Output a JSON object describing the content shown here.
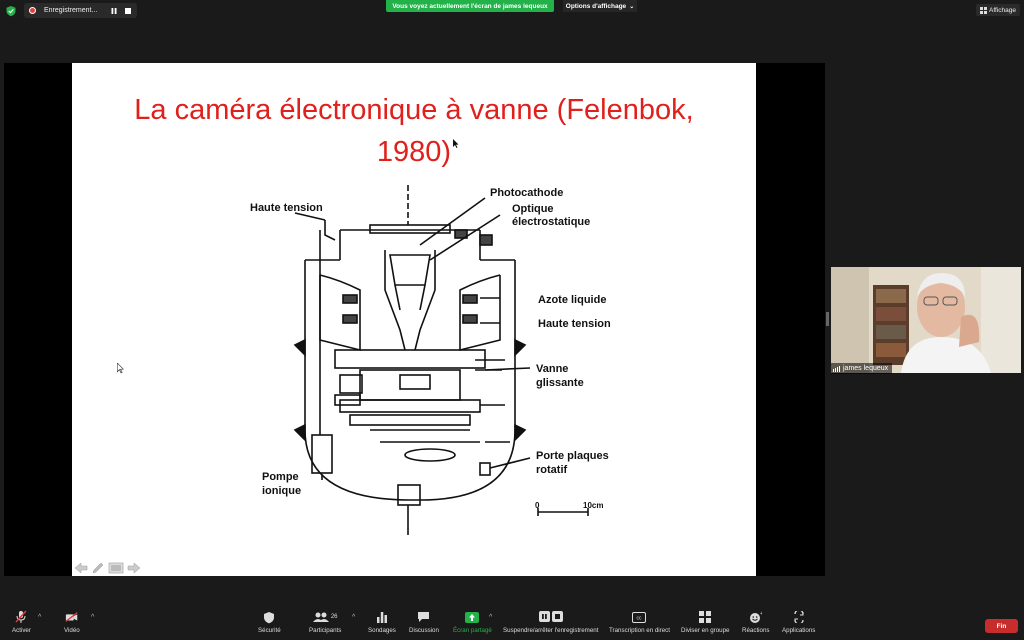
{
  "top": {
    "recording_label": "Enregistrement...",
    "share_banner": "Vous voyez actuellement l'écran de james lequeux",
    "view_options": "Options d'affichage",
    "view_options_caret": "⌄",
    "layout_button": "Affichage"
  },
  "slide": {
    "title_line1": "La caméra électronique à vanne (Felenbok,",
    "title_line2": "1980)",
    "labels": {
      "haute_tension_left": "Haute tension",
      "photocathode": "Photocathode",
      "optique_1": "Optique",
      "optique_2": "électrostatique",
      "azote": "Azote liquide",
      "haute_tension_right": "Haute tension",
      "vanne_1": "Vanne",
      "vanne_2": "glissante",
      "porte_1": "Porte plaques",
      "porte_2": "rotatif",
      "pompe_1": "Pompe",
      "pompe_2": "ionique",
      "scale_0": "0",
      "scale_10": "10cm"
    }
  },
  "video": {
    "participant_name": "james lequeux"
  },
  "toolbar": {
    "mute": "Activer",
    "video": "Vidéo",
    "security": "Sécurité",
    "participants": "Participants",
    "participants_count": "26",
    "polls": "Sondages",
    "chat": "Discussion",
    "share": "Écran partagé",
    "pause_record": "Suspendre/arrêter l'enregistrement",
    "transcription": "Transcription en direct",
    "breakout": "Diviser en groupe",
    "reactions": "Réactions",
    "apps": "Applications",
    "end": "Fin",
    "caret": "^"
  },
  "colors": {
    "share_green": "#23b24a",
    "end_red": "#c82d2d",
    "title_red": "#e0201c"
  }
}
